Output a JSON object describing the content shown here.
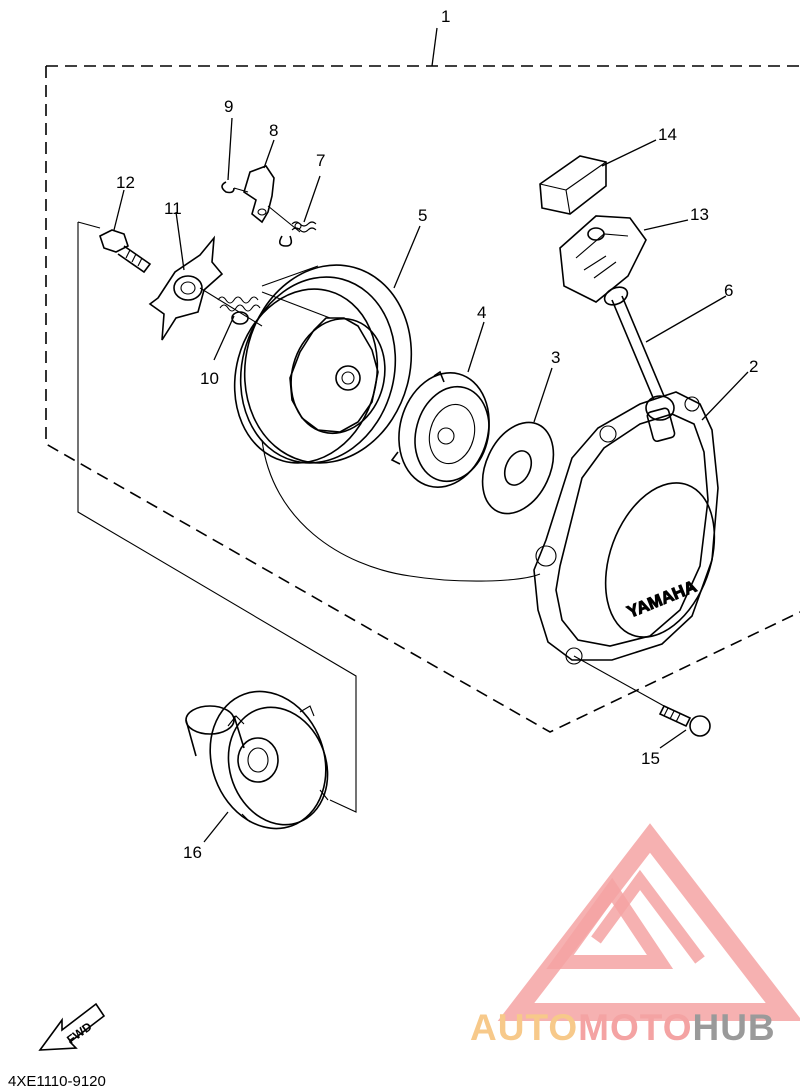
{
  "callouts": {
    "c1": "1",
    "c2": "2",
    "c3": "3",
    "c4": "4",
    "c5": "5",
    "c6": "6",
    "c7": "7",
    "c8": "8",
    "c9": "9",
    "c10": "10",
    "c11": "11",
    "c12": "12",
    "c13": "13",
    "c14": "14",
    "c15": "15",
    "c16": "16"
  },
  "cover_text": "YAMAHA",
  "fwd_label": "FWD",
  "diagram_code": "4XE1110-9120",
  "watermark": {
    "part1": "AUTO",
    "part2": "MOTO",
    "part3": "HUB",
    "colors": {
      "auto": "#f7c98a",
      "moto": "#f4a3a3",
      "hub": "#9a9a9a",
      "triangle": "#f4a3a3"
    }
  }
}
